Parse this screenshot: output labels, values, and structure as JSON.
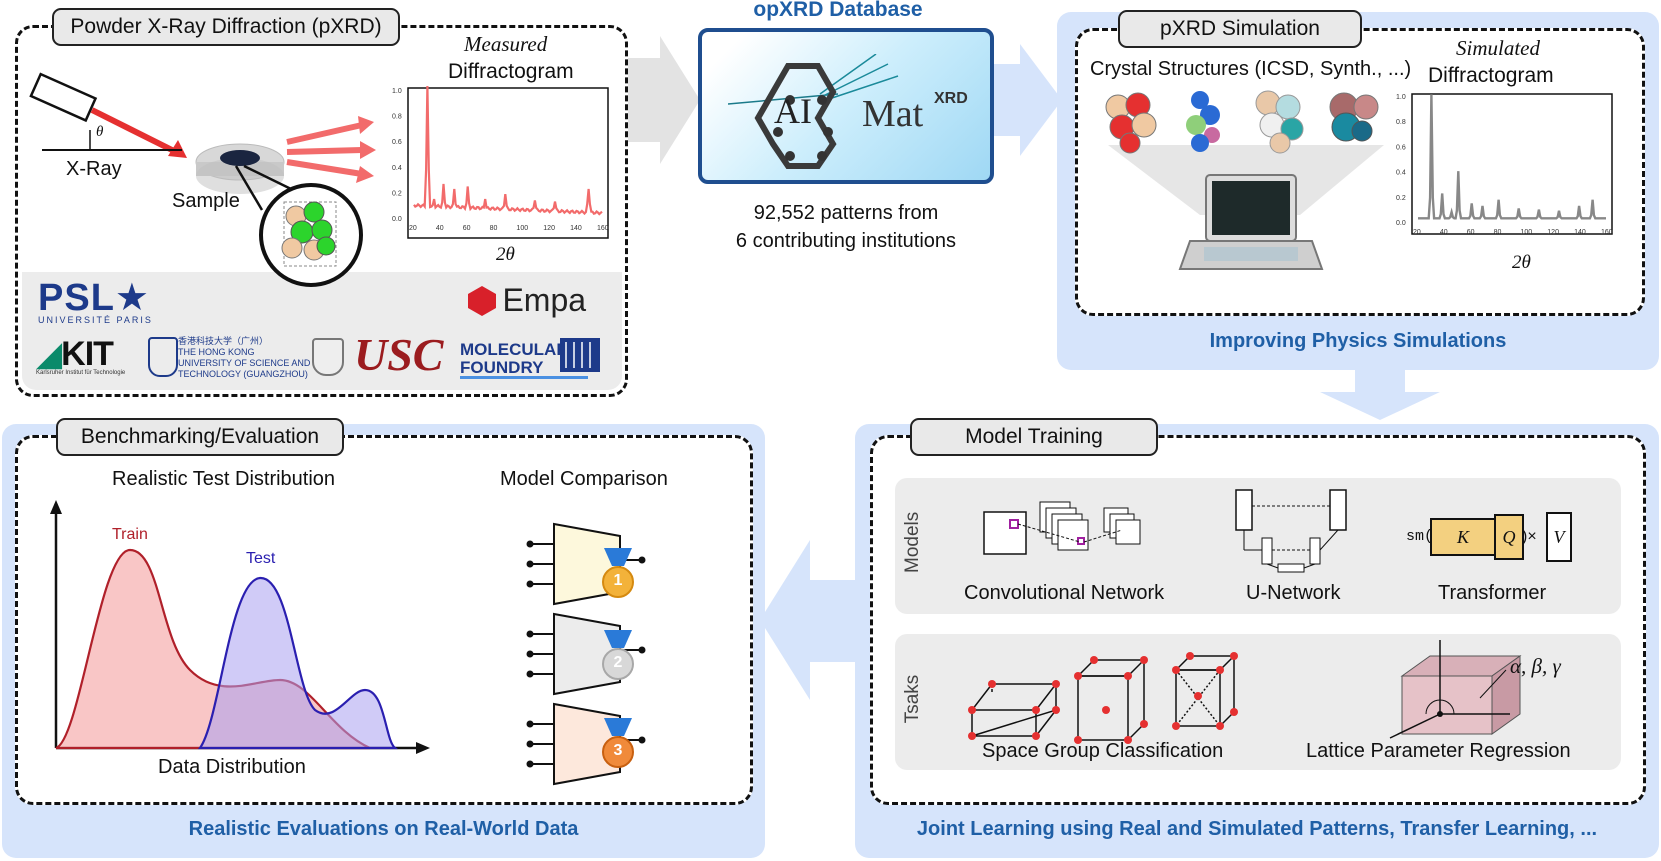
{
  "pxrd": {
    "tab": "Powder X-Ray Diffraction (pXRD)",
    "measured_line1": "Measured",
    "measured_line2": "Diffractogram",
    "xray": "X-Ray",
    "theta": "θ",
    "sample": "Sample",
    "axis_label": "2θ",
    "yticks": [
      "1.0",
      "0.8",
      "0.6",
      "0.4",
      "0.2",
      "0.0"
    ],
    "xticks": [
      "20",
      "40",
      "60",
      "80",
      "100",
      "120",
      "140",
      "160"
    ],
    "beam_color": "#f26b6b"
  },
  "institutions": {
    "psl": "PSL",
    "psl_sub": "UNIVERSITÉ PARIS",
    "empa": "Empa",
    "kit": "KIT",
    "kit_sub": "Karlsruher Institut für Technologie",
    "hkust_cn": "香港科技大学（广州）",
    "hkust_1": "THE HONG KONG",
    "hkust_2": "UNIVERSITY OF SCIENCE AND",
    "hkust_3": "TECHNOLOGY (GUANGZHOU)",
    "usc": "USC",
    "mf_1": "MOLECULAR",
    "mf_2": "FOUNDRY"
  },
  "database": {
    "title": "opXRD Database",
    "logo_ai": "AI",
    "logo_mat": "Mat",
    "logo_xrd": "XRD",
    "line1": "92,552 patterns from",
    "line2": "6 contributing institutions"
  },
  "simulation": {
    "tab": "pXRD Simulation",
    "crystal": "Crystal Structures (ICSD, Synth., ...)",
    "sim_line1": "Simulated",
    "sim_line2": "Diffractogram",
    "axis_label": "2θ",
    "caption": "Improving Physics Simulations"
  },
  "training": {
    "tab": "Model Training",
    "models_label": "Models",
    "tasks_label": "Tsaks",
    "cnn": "Convolutional Network",
    "unet": "U-Network",
    "transformer": "Transformer",
    "sm": "sm(",
    "k": "K",
    "q": "Q",
    "times": ")×",
    "v": "V",
    "space_group": "Space Group Classification",
    "lattice": "Lattice Parameter Regression",
    "greek": "α, β, γ",
    "caption": "Joint Learning using Real and Simulated Patterns, Transfer Learning, ..."
  },
  "bench": {
    "tab": "Benchmarking/Evaluation",
    "realistic": "Realistic Test Distribution",
    "train": "Train",
    "test": "Test",
    "data_dist": "Data Distribution",
    "comparison": "Model Comparison",
    "medals": [
      "1",
      "2",
      "3"
    ],
    "caption": "Realistic Evaluations on Real-World Data"
  },
  "colors": {
    "accent_blue": "#1f5fa6",
    "panel_blue": "#d6e4fb",
    "train_red": "#b0202a",
    "test_blue": "#2a1fb0",
    "gold": "#f3b23a",
    "silver": "#c8c8c8",
    "bronze": "#e8883a"
  }
}
